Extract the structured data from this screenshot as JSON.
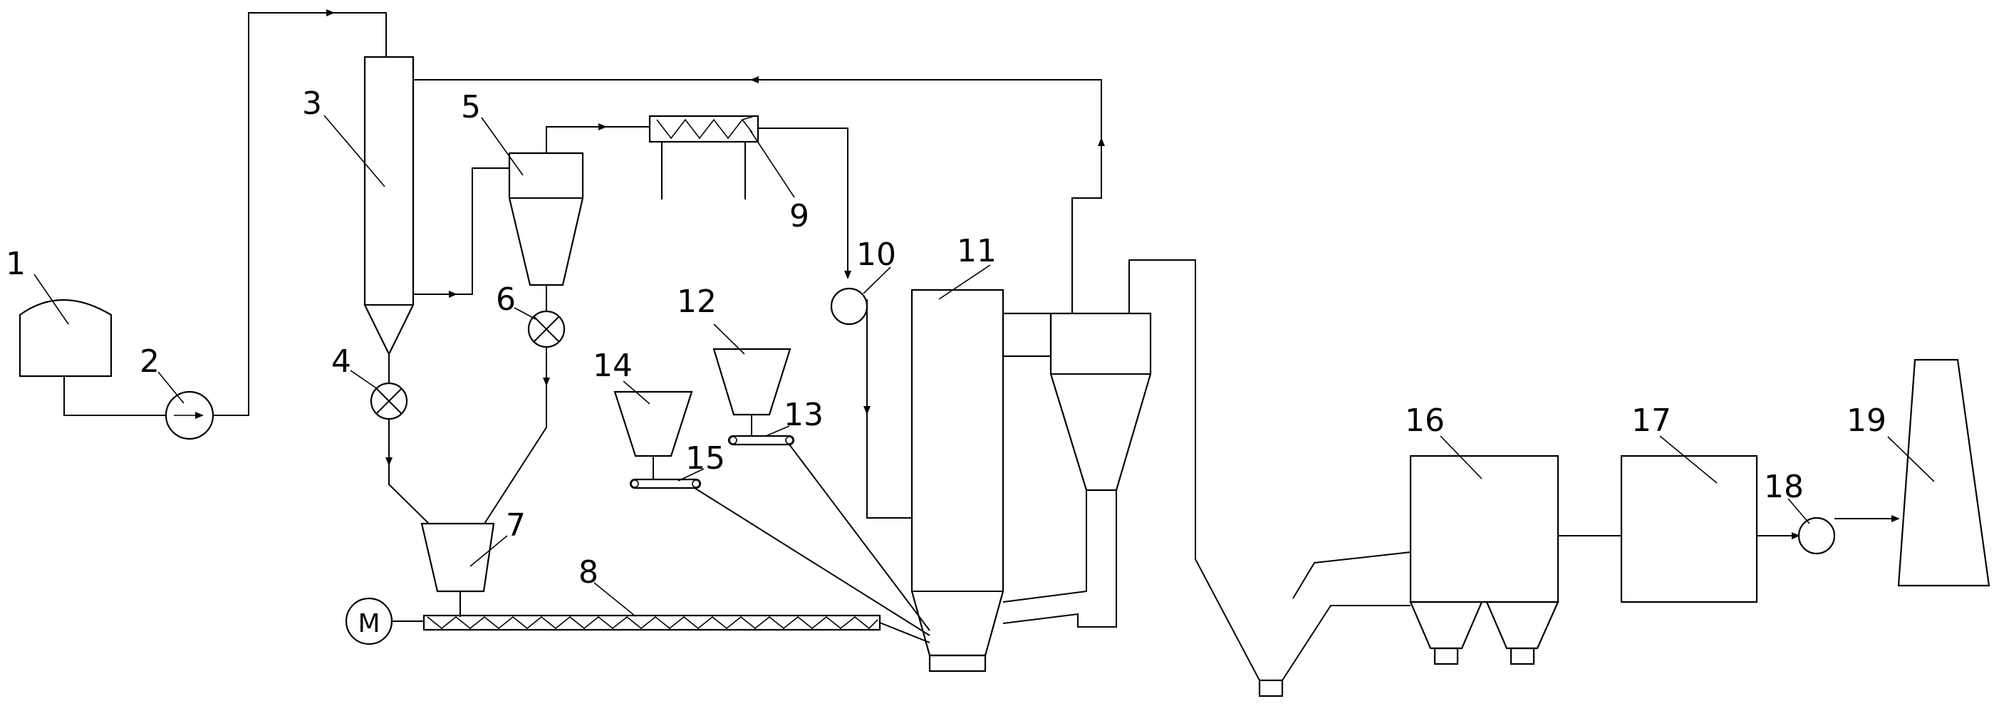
{
  "labels": {
    "n1": "1",
    "n2": "2",
    "n3": "3",
    "n4": "4",
    "n5": "5",
    "n6": "6",
    "n7": "7",
    "n8": "8",
    "n9": "9",
    "n10": "10",
    "n11": "11",
    "n12": "12",
    "n13": "13",
    "n14": "14",
    "n15": "15",
    "n16": "16",
    "n17": "17",
    "n18": "18",
    "n19": "19"
  },
  "motor_symbol": "M"
}
